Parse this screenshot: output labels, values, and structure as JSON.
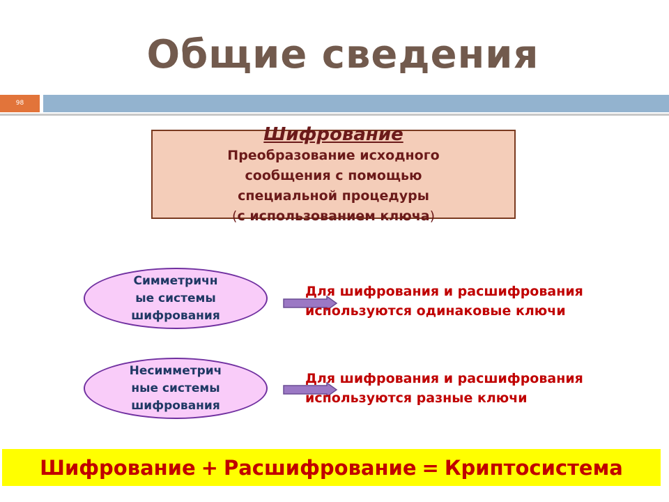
{
  "slide": {
    "title": "Общие сведения",
    "page_number": "98"
  },
  "definition": {
    "heading": "Шифрование",
    "body_lines": [
      "Преобразование исходного",
      "сообщения с помощью",
      "специальной процедуры"
    ],
    "paren_open": "(",
    "paren_text": "с использованием ключа",
    "paren_close": ")"
  },
  "systems": [
    {
      "name_lines": [
        "Симметричн",
        "ые системы",
        "шифрования"
      ],
      "description_lines": [
        "Для шифрования и расшифрования",
        "используются одинаковые ключи"
      ]
    },
    {
      "name_lines": [
        "Несимметрич",
        "ные системы",
        "шифрования"
      ],
      "description_lines": [
        "Для шифрования и расшифрования",
        "используются разные ключи"
      ]
    }
  ],
  "equation": {
    "term1": "Шифрование",
    "plus": "+",
    "term2": "Расшифрование",
    "equals": "=",
    "result": "Криптосистема"
  },
  "colors": {
    "title": "#725a4d",
    "accent_orange": "#e2743a",
    "accent_blue": "#93b3cf",
    "definition_fill": "#f4cdb9",
    "definition_border": "#7a3a20",
    "ellipse_fill": "#f9ccf9",
    "ellipse_border": "#7030a0",
    "arrow_fill": "#9b78c4",
    "description_text": "#c00000",
    "banner_fill": "#ffff00"
  }
}
